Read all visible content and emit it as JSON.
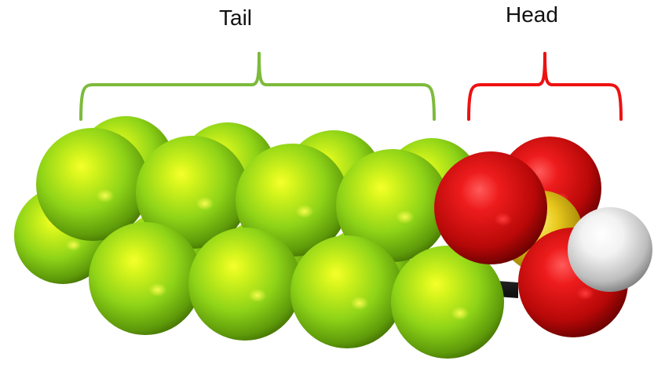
{
  "labels": {
    "tail": "Tail",
    "head": "Head"
  },
  "colors": {
    "tail_bracket": "#7dbb3c",
    "head_bracket": "#ee1111",
    "fluorine": "#9fe01a",
    "fluorine_highlight": "#f3ff1a",
    "fluorine_shadow": "#3f6a00",
    "oxygen": "#e10c0c",
    "oxygen_shadow": "#5a0000",
    "sulfur": "#e4c61a",
    "hydrogen": "#ffffff",
    "hydrogen_shadow": "#6f6f6f",
    "carbon_backbone": "#2a2a2a"
  },
  "atoms": {
    "tail_element": "fluorine",
    "head_elements": [
      "oxygen",
      "sulfur",
      "oxygen",
      "oxygen",
      "hydrogen"
    ]
  }
}
